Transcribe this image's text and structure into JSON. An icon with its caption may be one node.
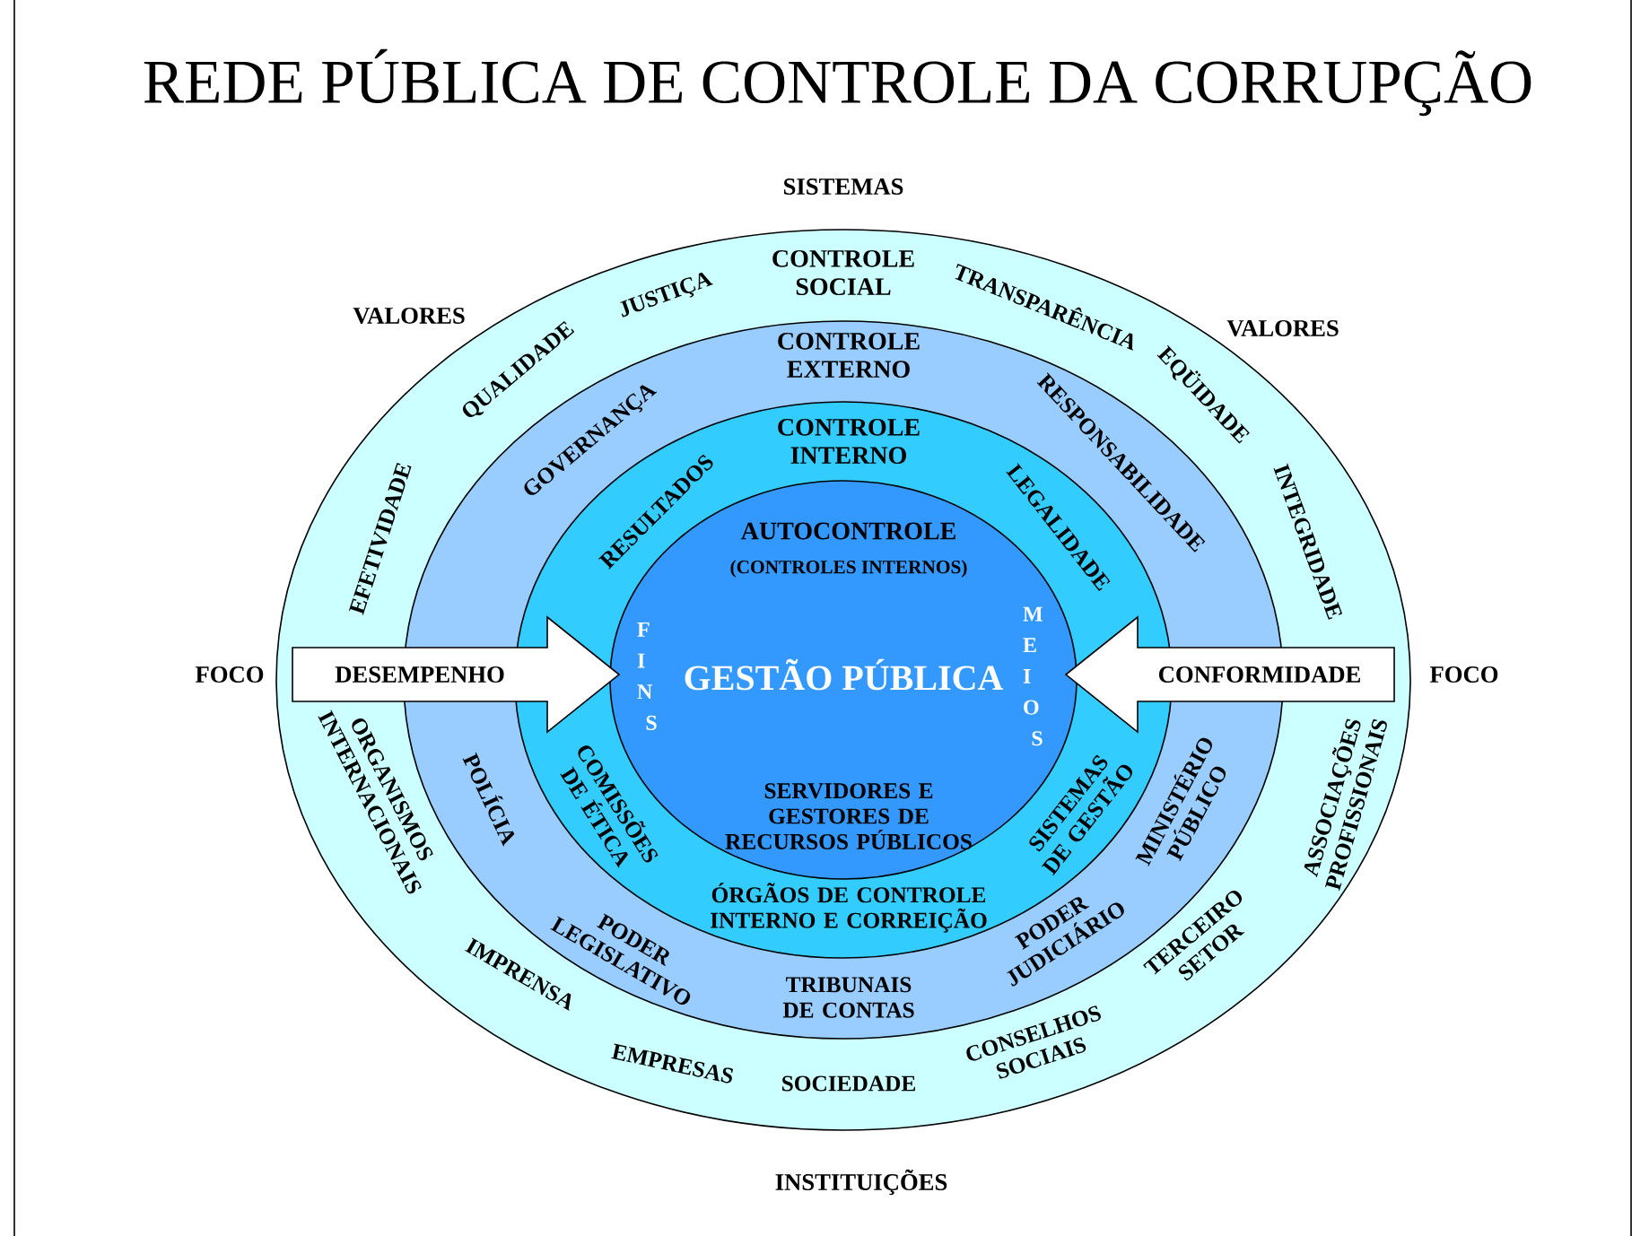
{
  "diagram": {
    "title": "REDE PÚBLICA DE CONTROLE DA CORRUPÇÃO",
    "nodes": [
      {
        "text": [
          "CONTROLE SOCIAL",
          "JUSTIÇA",
          "QUALIDADE",
          "EFETIVIDADE",
          "TRANSPARÊNCIA",
          "EQÜIDADE",
          "INTEGRIDADE",
          "ORGANISMOS INTERNACIONAIS",
          "IMPRENSA",
          "EMPRESAS",
          "SOCIEDADE",
          "CONSELHOS SOCIAIS",
          "TERCEIRO SETOR",
          "ASSOCIAÇÕES PROFISSIONAIS"
        ]
      },
      {
        "text": [
          "CONTROLE EXTERNO",
          "GOVERNANÇA",
          "RESPONSABILIDADE",
          "POLÍCIA",
          "PODER LEGISLATIVO",
          "TRIBUNAIS DE CONTAS",
          "PODER JUDICIÁRIO",
          "MINISTÉRIO PÚBLICO"
        ],
        "in": 0
      },
      {
        "text": [
          "CONTROLE INTERNO",
          "RESULTADOS",
          "LEGALIDADE",
          "COMISSÕES DE ÉTICA",
          "SISTEMAS DE GESTÃO",
          "ÓRGÃOS DE CONTROLE INTERNO E CORREIÇÃO"
        ],
        "in": 1
      },
      {
        "text": [
          "AUTOCONTROLE",
          "(CONTROLES INTERNOS)",
          "FINS",
          "GESTÃO PÚBLICA",
          "MEIOS",
          "SERVIDORES E GESTORES DE RECURSOS PÚBLICOS"
        ],
        "in": 2
      },
      {
        "text": [
          "DESEMPENHO"
        ],
        "in": 0
      },
      {
        "text": [
          "CONFORMIDADE"
        ],
        "in": 0
      }
    ],
    "labels": [
      "SISTEMAS",
      "VALORES",
      "VALORES",
      "FOCO",
      "FOCO",
      "INSTITUIÇÕES"
    ]
  }
}
